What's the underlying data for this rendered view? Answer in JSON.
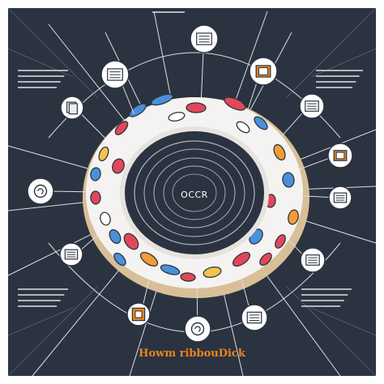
{
  "center_label": "OCCR",
  "footer_title": "Howm ribbouDick",
  "text_blocks": [
    {
      "id": "top-left",
      "lines": 4
    },
    {
      "id": "top-center",
      "lines": 1
    },
    {
      "id": "top-right",
      "lines": 4
    },
    {
      "id": "bottom-left",
      "lines": 4
    },
    {
      "id": "bottom-right",
      "lines": 4
    }
  ],
  "nodes": [
    {
      "id": "n1",
      "icon": "document-icon"
    },
    {
      "id": "n2",
      "icon": "document-icon"
    },
    {
      "id": "n3",
      "icon": "folder-icon"
    },
    {
      "id": "n4",
      "icon": "files-icon"
    },
    {
      "id": "n5",
      "icon": "document-icon"
    },
    {
      "id": "n6",
      "icon": "circle-icon"
    },
    {
      "id": "n7",
      "icon": "folder-icon"
    },
    {
      "id": "n8",
      "icon": "document-icon"
    },
    {
      "id": "n9",
      "icon": "document-icon"
    },
    {
      "id": "n10",
      "icon": "document-icon"
    },
    {
      "id": "n11",
      "icon": "box-icon"
    },
    {
      "id": "n12",
      "icon": "circle-icon"
    },
    {
      "id": "n13",
      "icon": "document-icon"
    }
  ],
  "colors": {
    "background": "#2b3340",
    "frame": "#ffffff",
    "line": "#d9dde3",
    "ring": "#f4f3f1",
    "crust": "#d8bf98",
    "center": "#2b3340",
    "accent": "#e8851e",
    "sprinkles": [
      "#e0485a",
      "#4a90d9",
      "#f29b38",
      "#f3c34a",
      "#ffffff"
    ]
  }
}
